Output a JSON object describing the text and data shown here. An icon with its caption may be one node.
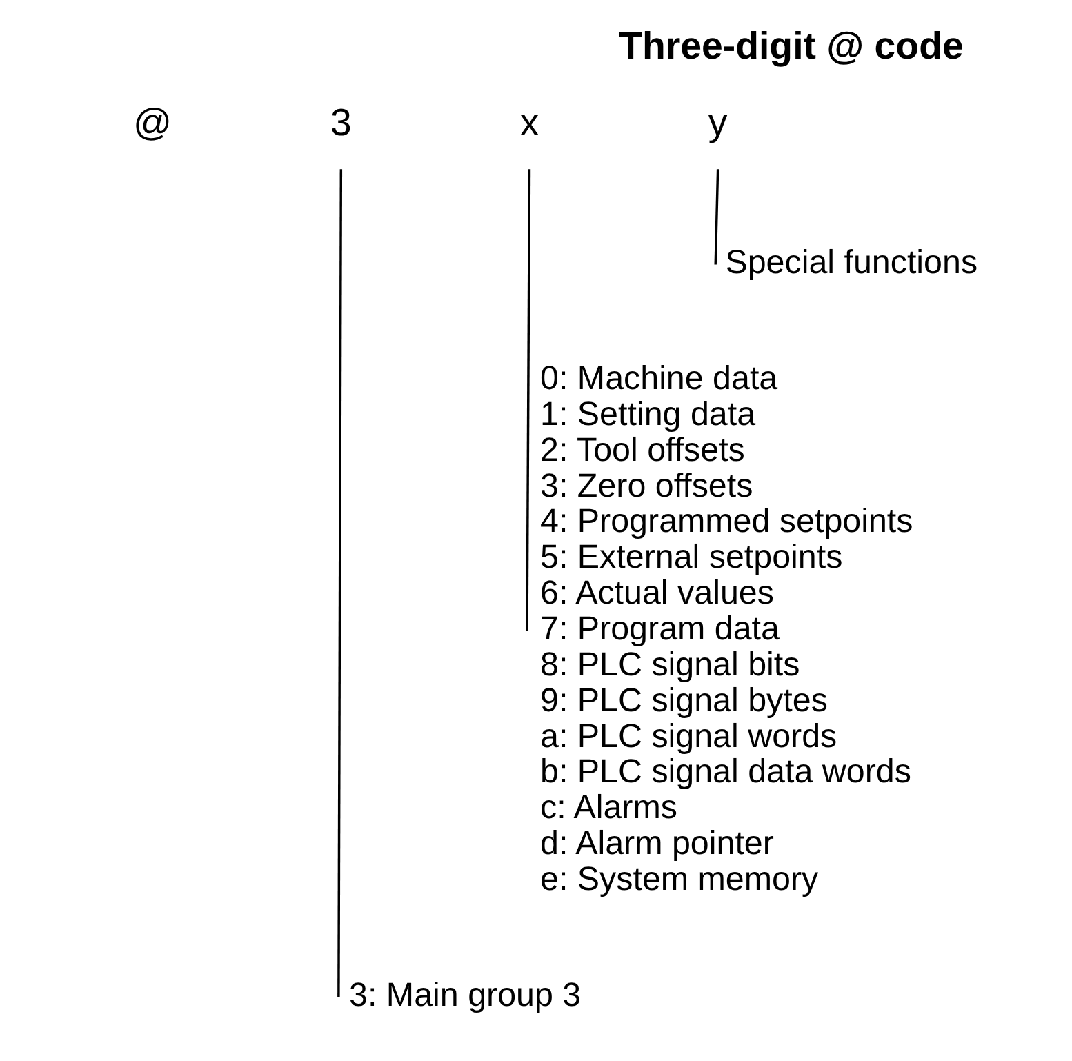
{
  "diagram": {
    "title": "Three-digit @ code",
    "nodes": [
      {
        "text": [
          "3"
        ]
      },
      {
        "text": [
          "x"
        ]
      },
      {
        "text": [
          "y"
        ]
      },
      {
        "text": [
          "Special functions"
        ]
      },
      {
        "text": [
          "0: Machine data",
          "1: Setting data",
          "2: Tool offsets",
          "3: Zero offsets",
          "4: Programmed setpoints",
          "5: External setpoints",
          "6: Actual values",
          "7: Program data",
          "8: PLC signal bits",
          "9: PLC signal bytes",
          "a: PLC signal words",
          "b: PLC signal data words",
          "c: Alarms",
          "d: Alarm pointer",
          "e: System memory"
        ]
      },
      {
        "text": [
          "3: Main group 3"
        ]
      }
    ],
    "edges": [
      {
        "from": 2,
        "to": 3,
        "arrow": "none"
      },
      {
        "from": 1,
        "to": 4,
        "arrow": "none"
      },
      {
        "from": 0,
        "to": 5,
        "arrow": "none"
      }
    ],
    "labels": [
      "@"
    ]
  }
}
